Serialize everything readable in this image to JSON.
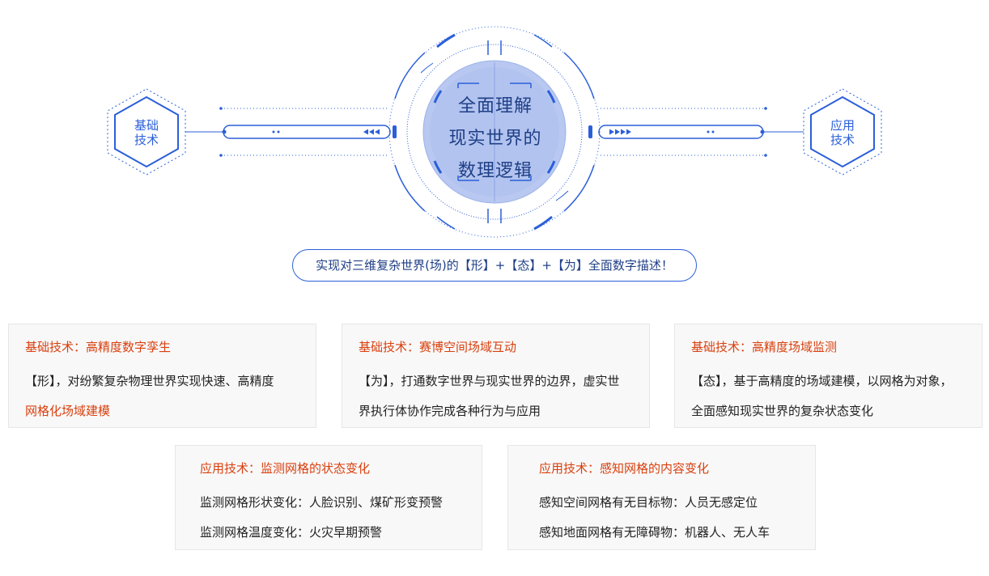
{
  "left_hex": {
    "line1": "基础",
    "line2": "技术"
  },
  "right_hex": {
    "line1": "应用",
    "line2": "技术"
  },
  "core": {
    "line1": "全面理解",
    "line2": "现实世界的",
    "line3": "数理逻辑"
  },
  "summary": "实现对三维复杂世界(场)的【形】+【态】+【为】全面数字描述！",
  "colors": {
    "primary_blue": "#2b5fd9",
    "accent_orange": "#d9400f",
    "card_bg": "#f8f8f8"
  },
  "cards": [
    {
      "title": "基础技术：高精度数字孪生",
      "line1": "【形】，对纷繁复杂物理世界实现快速、高精度",
      "line2": "网格化场域建模"
    },
    {
      "title": "基础技术：赛博空间场域互动",
      "line1": "【为】，打通数字世界与现实世界的边界，虚实世",
      "line2": "界执行体协作完成各种行为与应用"
    },
    {
      "title": "基础技术：高精度场域监测",
      "line1": "【态】，基于高精度的场域建模，以网格为对象，",
      "line2": "全面感知现实世界的复杂状态变化"
    },
    {
      "title": "应用技术：监测网格的状态变化",
      "line1": "监测网格形状变化：人脸识别、煤矿形变预警",
      "line2": "监测网格温度变化：火灾早期预警"
    },
    {
      "title": "应用技术：感知网格的内容变化",
      "line1": "感知空间网格有无目标物：人员无感定位",
      "line2": "感知地面网格有无障碍物：机器人、无人车"
    }
  ]
}
